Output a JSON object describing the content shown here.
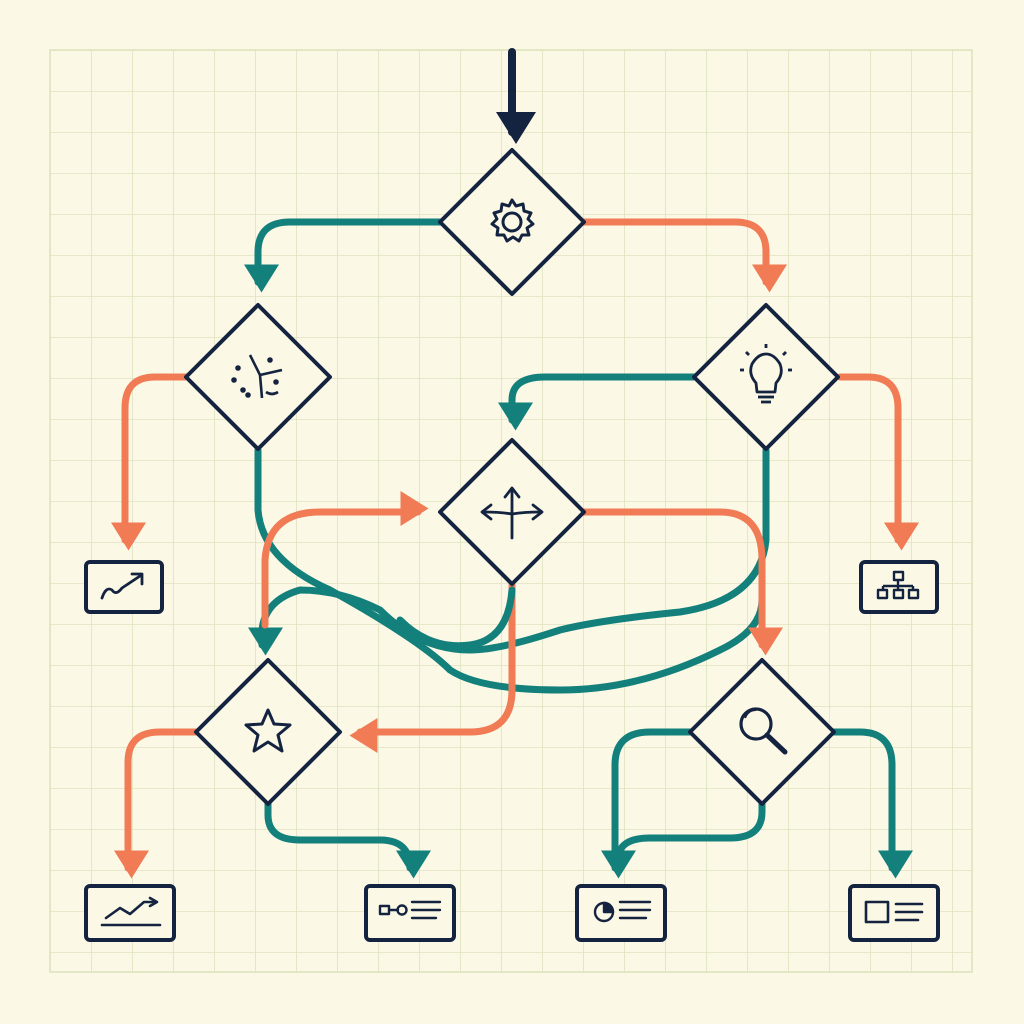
{
  "colors": {
    "background": "#fbf8e6",
    "grid": "#dfe3bf",
    "ink": "#14233f",
    "teal": "#13807b",
    "coral": "#f07b55",
    "node_fill": "#fbf8e6"
  },
  "nodes": [
    {
      "id": "start-node",
      "kind": "decision",
      "icon": "gear-icon"
    },
    {
      "id": "left-node",
      "kind": "decision",
      "icon": "scatter-branch-icon"
    },
    {
      "id": "right-node",
      "kind": "decision",
      "icon": "lightbulb-icon"
    },
    {
      "id": "center-node",
      "kind": "decision",
      "icon": "split-arrows-icon"
    },
    {
      "id": "star-node",
      "kind": "decision",
      "icon": "star-icon"
    },
    {
      "id": "search-node",
      "kind": "decision",
      "icon": "magnifier-icon"
    },
    {
      "id": "trend-card-left",
      "kind": "output",
      "icon": "trend-up-icon"
    },
    {
      "id": "hierarchy-card",
      "kind": "output",
      "icon": "org-chart-icon"
    },
    {
      "id": "line-chart-card",
      "kind": "output",
      "icon": "line-chart-icon"
    },
    {
      "id": "node-list-card",
      "kind": "output",
      "icon": "node-list-icon"
    },
    {
      "id": "pie-list-card",
      "kind": "output",
      "icon": "pie-list-icon"
    },
    {
      "id": "image-list-card",
      "kind": "output",
      "icon": "image-list-icon"
    }
  ],
  "edges": [
    {
      "from": "entry",
      "to": "start-node",
      "color": "ink"
    },
    {
      "from": "start-node",
      "to": "left-node",
      "color": "teal"
    },
    {
      "from": "start-node",
      "to": "right-node",
      "color": "coral"
    },
    {
      "from": "left-node",
      "to": "trend-card-left",
      "color": "coral"
    },
    {
      "from": "left-node",
      "to": "search-node",
      "color": "teal"
    },
    {
      "from": "right-node",
      "to": "center-node",
      "color": "teal"
    },
    {
      "from": "right-node",
      "to": "hierarchy-card",
      "color": "coral"
    },
    {
      "from": "right-node",
      "to": "star-node",
      "color": "teal"
    },
    {
      "from": "star-node",
      "to": "center-node",
      "color": "coral"
    },
    {
      "from": "center-node",
      "to": "search-node",
      "color": "coral"
    },
    {
      "from": "center-node",
      "to": "star-node",
      "color": "coral"
    },
    {
      "from": "star-node",
      "to": "line-chart-card",
      "color": "coral"
    },
    {
      "from": "star-node",
      "to": "node-list-card",
      "color": "teal"
    },
    {
      "from": "search-node",
      "to": "pie-list-card",
      "color": "teal"
    },
    {
      "from": "search-node",
      "to": "image-list-card",
      "color": "teal"
    }
  ]
}
